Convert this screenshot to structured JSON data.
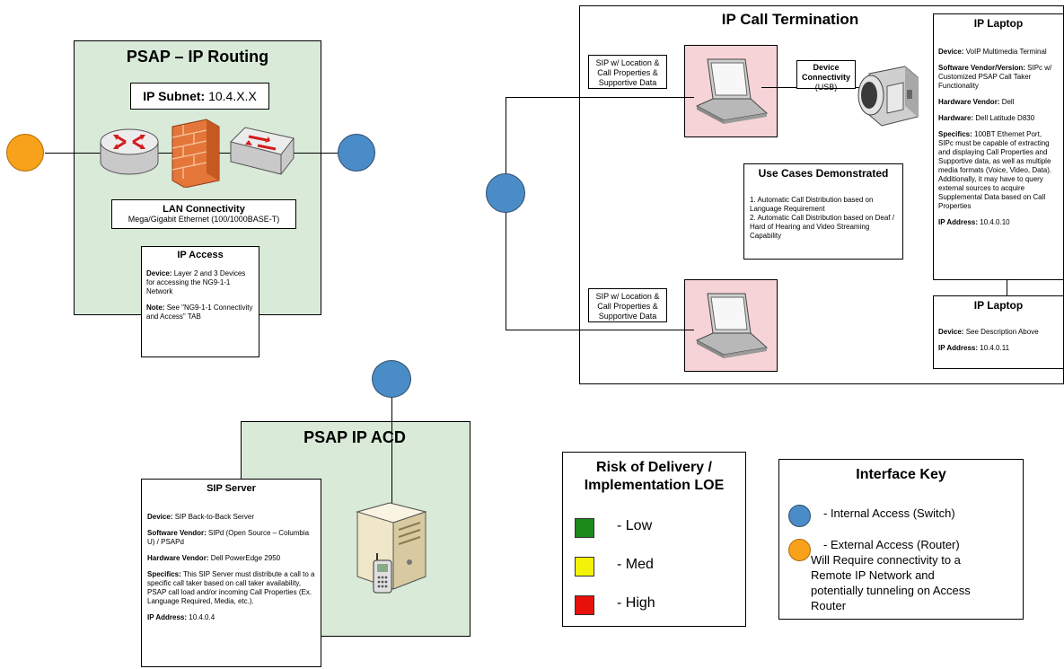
{
  "routing": {
    "title": "PSAP – IP Routing",
    "subnet_label": "IP Subnet:",
    "subnet_value": "10.4.X.X",
    "lan_title": "LAN Connectivity",
    "lan_desc": "Mega/Gigabit Ethernet (100/1000BASE-T)",
    "access": {
      "title": "IP Access",
      "device_label": "Device:",
      "device_text": "Layer 2 and 3 Devices for accessing the NG9-1-1 Network",
      "note_label": "Note:",
      "note_text": "See \"NG9-1-1 Connectivity and Access\" TAB"
    }
  },
  "termination": {
    "title": "IP Call Termination",
    "sip_top": "SIP w/ Location & Call Properties & Supportive Data",
    "sip_bottom": "SIP w/ Location & Call Properties & Supportive Data",
    "device_conn_title": "Device Connectivity",
    "device_conn_sub": "(USB)",
    "use_cases": {
      "title": "Use Cases Demonstrated",
      "item1": "1.  Automatic Call Distribution based on Language Requirement",
      "item2": "2.  Automatic Call Distribution based on Deaf / Hard of Hearing and Video Streaming Capability"
    },
    "laptop1": {
      "title": "IP Laptop",
      "device_label": "Device:",
      "device_text": "VoIP Multimedia Terminal",
      "software_label": "Software Vendor/Version:",
      "software_text": "SIPc w/ Customized PSAP Call Taker Functionality",
      "hw_vendor_label": "Hardware Vendor:",
      "hw_vendor_text": "Dell",
      "hardware_label": "Hardware:",
      "hardware_text": "Dell Latitude D830",
      "specifics_label": "Specifics:",
      "specifics_text": "100BT Ethernet Port, SIPc must be capable of extracting and displaying  Call Properties and Supportive data, as well as multiple media formats (Voice, Video, Data). Additionally, it may have to query external sources to acquire Supplemental Data based on Call Properties",
      "ip_label": "IP Address:",
      "ip_text": "10.4.0.10"
    },
    "laptop2": {
      "title": "IP Laptop",
      "device_label": "Device:",
      "device_text": "See Description Above",
      "ip_label": "IP Address:",
      "ip_text": "10.4.0.11"
    }
  },
  "acd": {
    "title": "PSAP IP ACD",
    "server": {
      "title": "SIP Server",
      "device_label": "Device:",
      "device_text": "SIP Back-to-Back  Server",
      "software_label": "Software Vendor:",
      "software_text": "SIPd (Open Source – Columbia U) / PSAPd",
      "hw_label": "Hardware Vendor:",
      "hw_text": "Dell PowerEdge 2950",
      "specifics_label": "Specifics:",
      "specifics_text": "This SIP Server must distribute a call to a specific call taker based on call taker availability, PSAP call load and/or incoming Call Properties (Ex. Language Required, Media, etc.).",
      "ip_label": "IP Address:",
      "ip_text": "10.4.0.4"
    }
  },
  "risk": {
    "title_line1": "Risk of Delivery /",
    "title_line2": "Implementation LOE",
    "items": [
      {
        "label": "-   Low",
        "color": "#1a8a1a"
      },
      {
        "label": "-   Med",
        "color": "#f2f20a"
      },
      {
        "label": "-   High",
        "color": "#e8100a"
      }
    ]
  },
  "interface_key": {
    "title": "Interface Key",
    "internal": "-  Internal Access (Switch)",
    "external_line1": "-  External Access (Router)",
    "external_line2": "Will Require connectivity to a",
    "external_line3": "Remote IP Network and",
    "external_line4": "potentially tunneling on Access",
    "external_line5": "Router",
    "internal_color": "#4a8cc8",
    "external_color": "#f7a21a"
  }
}
